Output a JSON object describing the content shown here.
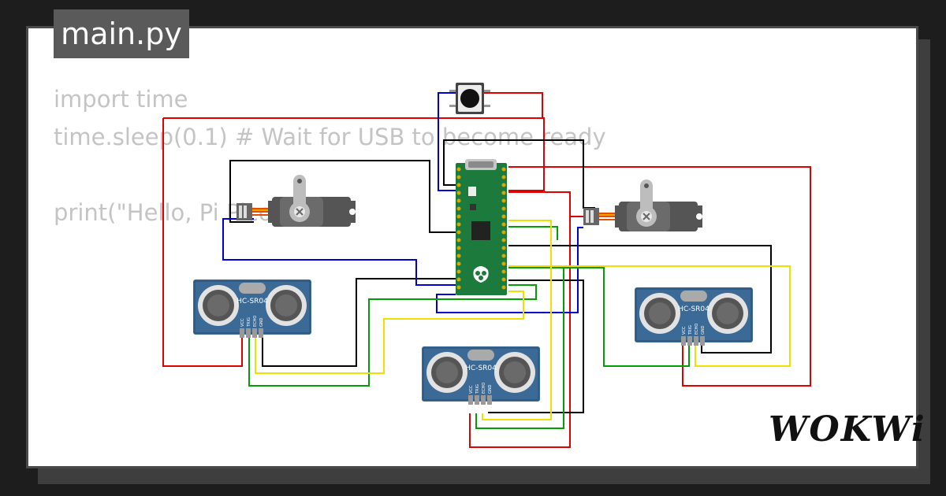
{
  "file_tab": {
    "label": "main.py"
  },
  "code_lines": [
    "import time",
    "time.sleep(0.1) # Wait for USB to become ready",
    "",
    "print(\"Hello, Pi Pico!\")"
  ],
  "components": {
    "pico": {
      "name": "Raspberry Pi Pico"
    },
    "pushbutton": {
      "name": "pushbutton"
    },
    "servo_left": {
      "name": "servo"
    },
    "servo_right": {
      "name": "servo"
    },
    "ultrasonic_left": {
      "label": "HC-SR04",
      "pins": [
        "VCC",
        "TRIG",
        "ECHO",
        "GND"
      ]
    },
    "ultrasonic_center": {
      "label": "HC-SR04",
      "pins": [
        "VCC",
        "TRIG",
        "ECHO",
        "GND"
      ]
    },
    "ultrasonic_right": {
      "label": "HC-SR04",
      "pins": [
        "VCC",
        "TRIG",
        "ECHO",
        "GND"
      ]
    }
  },
  "wire_colors": {
    "power": "#e00000",
    "ground": "#000000",
    "signal_blue": "#0000d0",
    "trig": "#00a000",
    "echo": "#f0e000"
  },
  "brand": {
    "logo": "WOKWi"
  }
}
